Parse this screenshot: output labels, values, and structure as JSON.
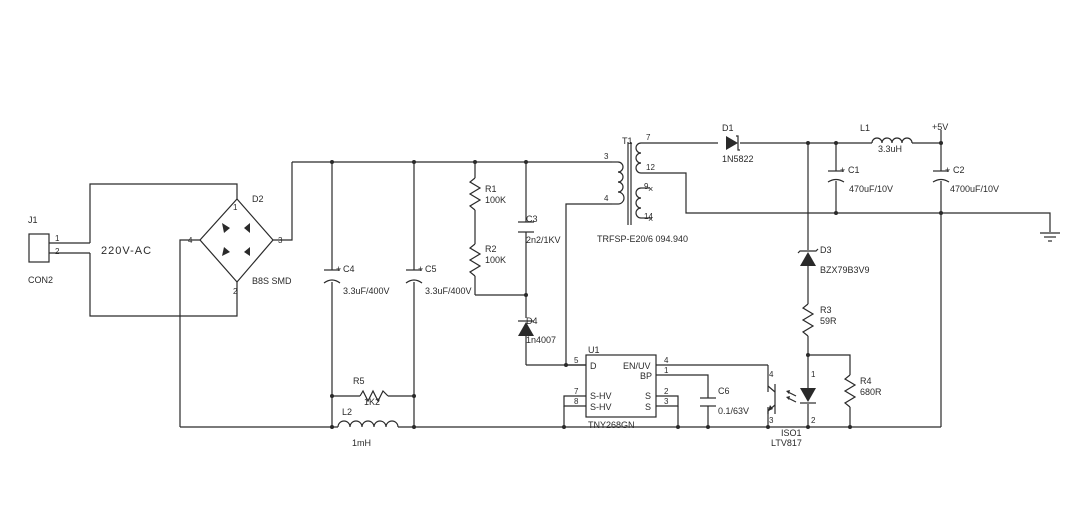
{
  "diagram": {
    "mains_label": "220V-AC",
    "components": {
      "j1": {
        "ref": "J1",
        "value": "CON2",
        "pins": [
          "1",
          "2"
        ]
      },
      "d2": {
        "ref": "D2",
        "value": "B8S SMD",
        "pins": [
          "1",
          "2",
          "3",
          "4"
        ]
      },
      "c4": {
        "ref": "C4",
        "value": "3.3uF/400V"
      },
      "c5": {
        "ref": "C5",
        "value": "3.3uF/400V"
      },
      "r1": {
        "ref": "R1",
        "value": "100K"
      },
      "r2": {
        "ref": "R2",
        "value": "100K"
      },
      "c3": {
        "ref": "C3",
        "value": "2n2/1KV"
      },
      "d4": {
        "ref": "D4",
        "value": "1n4007"
      },
      "t1": {
        "ref": "T1",
        "value": "TRFSP-E20/6 094.940",
        "pins": [
          "3",
          "4",
          "7",
          "12",
          "9",
          "14"
        ]
      },
      "d1": {
        "ref": "D1",
        "value": "1N5822"
      },
      "l1": {
        "ref": "L1",
        "value": "3.3uH"
      },
      "c1": {
        "ref": "C1",
        "value": "470uF/10V"
      },
      "c2": {
        "ref": "C2",
        "value": "4700uF/10V"
      },
      "d3": {
        "ref": "D3",
        "value": "BZX79B3V9"
      },
      "r3": {
        "ref": "R3",
        "value": "59R"
      },
      "r4": {
        "ref": "R4",
        "value": "680R"
      },
      "r5": {
        "ref": "R5",
        "value": "1K2"
      },
      "l2": {
        "ref": "L2",
        "value": "1mH"
      },
      "c6": {
        "ref": "C6",
        "value": "0.1/63V"
      },
      "u1": {
        "ref": "U1",
        "value": "TNY268GN",
        "pins": {
          "d": "D",
          "en": "EN/UV",
          "bp": "BP",
          "shv1": "S-HV",
          "shv2": "S-HV",
          "s1": "S",
          "s2": "S"
        },
        "pin_numbers": [
          "5",
          "4",
          "1",
          "7",
          "8",
          "2",
          "3"
        ]
      },
      "iso1": {
        "ref": "ISO1",
        "value": "LTV817",
        "pins": [
          "4",
          "3",
          "1",
          "2"
        ]
      }
    },
    "net_labels": {
      "vout": "+5V"
    },
    "polarity_mark": "+"
  }
}
